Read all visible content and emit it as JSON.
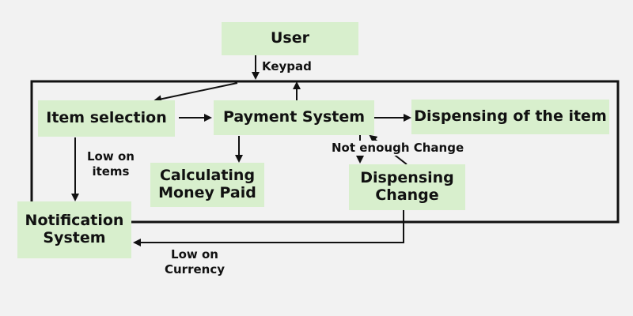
{
  "nodes": {
    "user": "User",
    "item_selection": "Item selection",
    "payment_system": "Payment System",
    "dispensing_item": "Dispensing of the item",
    "calculating_money_l1": "Calculating",
    "calculating_money_l2": "Money Paid",
    "dispensing_change_l1": "Dispensing",
    "dispensing_change_l2": "Change",
    "notification_l1": "Notification",
    "notification_l2": "System"
  },
  "edge_labels": {
    "keypad": "Keypad",
    "low_on_items_l1": "Low on",
    "low_on_items_l2": "items",
    "not_enough_change": "Not enough Change",
    "low_on_currency_l1": "Low on",
    "low_on_currency_l2": "Currency"
  },
  "colors": {
    "box_fill": "#d8efcd",
    "line": "#111111",
    "background": "#f2f2f2"
  }
}
